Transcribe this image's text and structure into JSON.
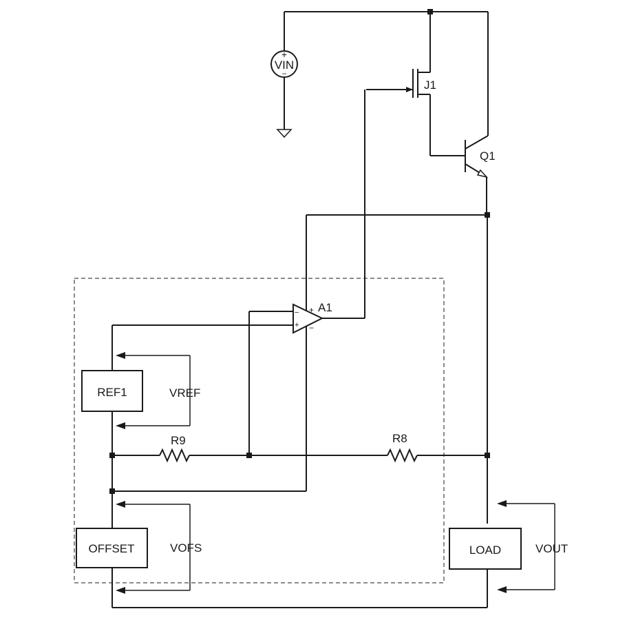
{
  "components": {
    "vin": "VIN",
    "vin_plus": "+",
    "vin_minus": "−",
    "j1": "J1",
    "q1": "Q1",
    "a1": "A1",
    "a1_plus_top": "+",
    "a1_minus_top": "−",
    "a1_minus_bottom": "−",
    "a1_plus_bottom": "+",
    "ref1": "REF1",
    "vref": "VREF",
    "r9": "R9",
    "r8": "R8",
    "offset": "OFFSET",
    "vofs": "VOFS",
    "load": "LOAD",
    "vout": "VOUT"
  }
}
